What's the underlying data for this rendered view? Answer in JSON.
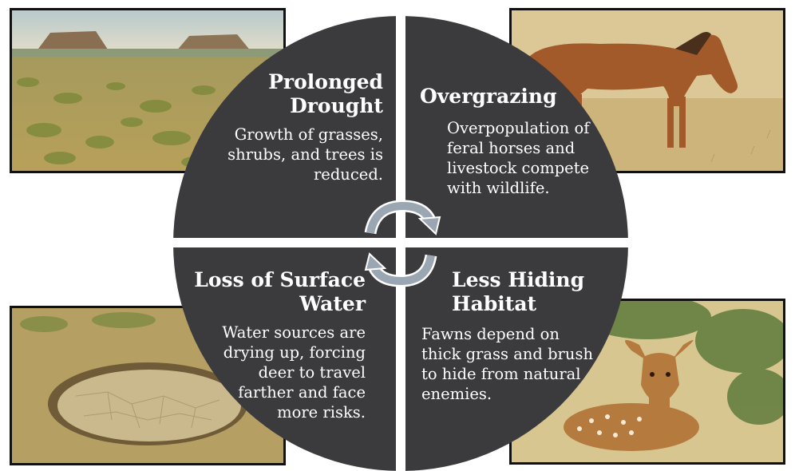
{
  "quadrants": {
    "drought": {
      "title": "Prolonged Drought",
      "body": "Growth of grasses, shrubs, and trees is reduced."
    },
    "overgrazing": {
      "title": "Overgrazing",
      "body": "Overpopulation of feral horses and livestock compete with wildlife."
    },
    "water": {
      "title": "Loss of Surface Water",
      "body": "Water sources are drying up, forcing deer to travel farther and face more risks."
    },
    "hiding": {
      "title": "Less Hiding Habitat",
      "body": "Fawns depend on thick grass and brush to hide from natural enemies."
    }
  },
  "colors": {
    "wheel": "#3b3b3e",
    "gap": "#ffffff",
    "arrow": "#9aa6b2",
    "arrow_outline": "#ffffff",
    "frame": "#111111"
  },
  "icons": {
    "cycle": "cycle-arrows-icon"
  }
}
